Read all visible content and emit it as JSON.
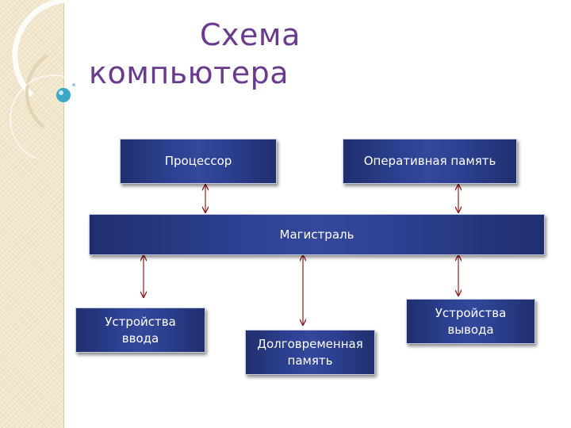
{
  "title": {
    "line1": "Схема",
    "line2": "компьютера"
  },
  "nodes": {
    "processor": "Процессор",
    "ram": "Оперативная память",
    "bus": "Магистраль",
    "input_devices": "Устройства ввода",
    "storage": "Долговременная память",
    "output_devices": "Устройства вывода"
  },
  "colors": {
    "title": "#6a3a8e",
    "box": "#2c3f8f",
    "arrow": "#8b1f1f",
    "side_strip": "#f1e6cc"
  }
}
